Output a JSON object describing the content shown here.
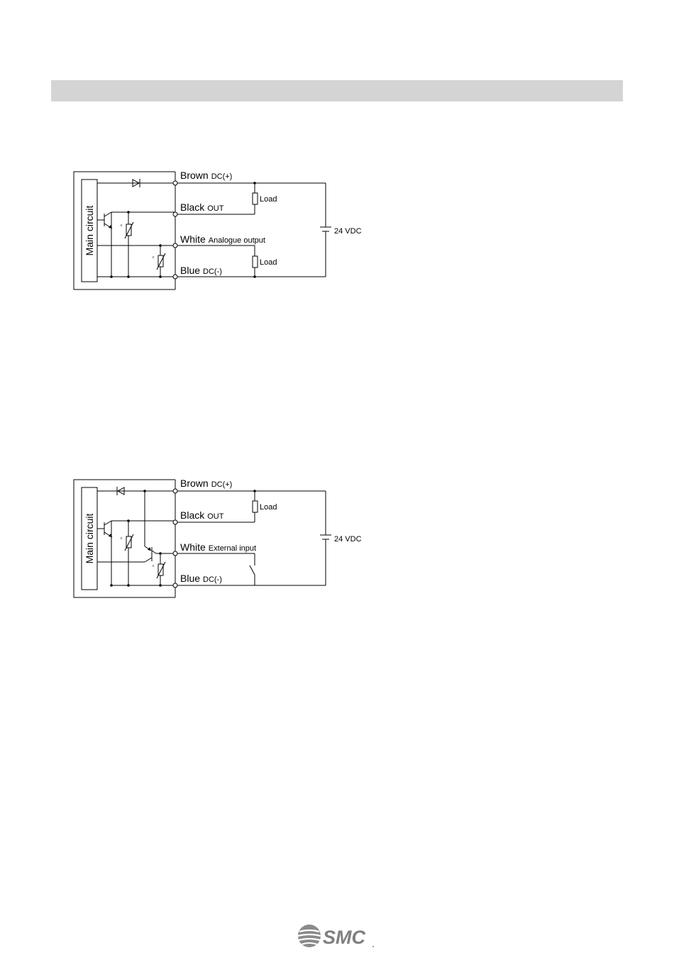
{
  "diagrams": [
    {
      "main_circuit": "Main circuit",
      "wires": [
        {
          "color": "Brown",
          "signal": "DC(+)"
        },
        {
          "color": "Black",
          "signal": "OUT"
        },
        {
          "color": "White",
          "signal": "Analogue output"
        },
        {
          "color": "Blue",
          "signal": "DC(-)"
        }
      ],
      "load_upper": "Load",
      "load_lower": "Load",
      "supply": "24 VDC"
    },
    {
      "main_circuit": "Main circuit",
      "wires": [
        {
          "color": "Brown",
          "signal": "DC(+)"
        },
        {
          "color": "Black",
          "signal": "OUT"
        },
        {
          "color": "White",
          "signal": "External input"
        },
        {
          "color": "Blue",
          "signal": "DC(-)"
        }
      ],
      "load_upper": "Load",
      "supply": "24 VDC"
    }
  ],
  "logo": {
    "text": "SMC"
  }
}
